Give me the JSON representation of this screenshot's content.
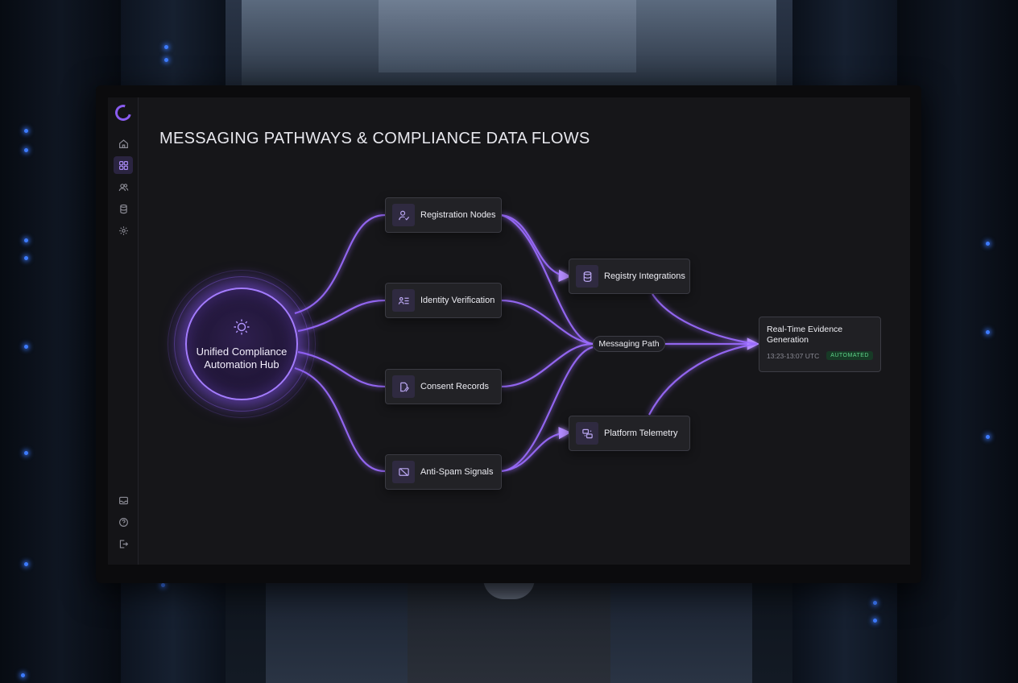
{
  "page": {
    "title": "MESSAGING PATHWAYS & COMPLIANCE DATA FLOWS"
  },
  "sidebar": {
    "top_items": [
      {
        "name": "home",
        "icon": "home-icon"
      },
      {
        "name": "dashboard",
        "icon": "grid-icon",
        "active": true
      },
      {
        "name": "users",
        "icon": "users-icon"
      },
      {
        "name": "database",
        "icon": "database-icon"
      },
      {
        "name": "settings",
        "icon": "gear-icon"
      }
    ],
    "bottom_items": [
      {
        "name": "messages",
        "icon": "inbox-icon"
      },
      {
        "name": "help",
        "icon": "help-icon"
      },
      {
        "name": "logout",
        "icon": "logout-icon"
      }
    ]
  },
  "hub": {
    "label": "Unified Compliance Automation Hub",
    "icon": "sun-icon"
  },
  "sources": [
    {
      "label": "Registration Nodes",
      "icon": "user-check-icon"
    },
    {
      "label": "Identity Verification",
      "icon": "id-card-icon"
    },
    {
      "label": "Consent Records",
      "icon": "signature-icon"
    },
    {
      "label": "Anti-Spam Signals",
      "icon": "blocked-message-icon"
    }
  ],
  "integrations": [
    {
      "label": "Registry Integrations",
      "icon": "database-icon"
    },
    {
      "label": "Platform Telemetry",
      "icon": "telemetry-icon"
    }
  ],
  "messaging_path": {
    "label": "Messaging Path"
  },
  "evidence": {
    "title": "Real-Time Evidence Generation",
    "time": "13:23-13:07 UTC",
    "badge": "AUTOMATED"
  },
  "colors": {
    "accent": "#a47cff",
    "flow": "#9b6bff",
    "badge_green": "#5fd48a",
    "led_blue": "#3d7bff"
  }
}
